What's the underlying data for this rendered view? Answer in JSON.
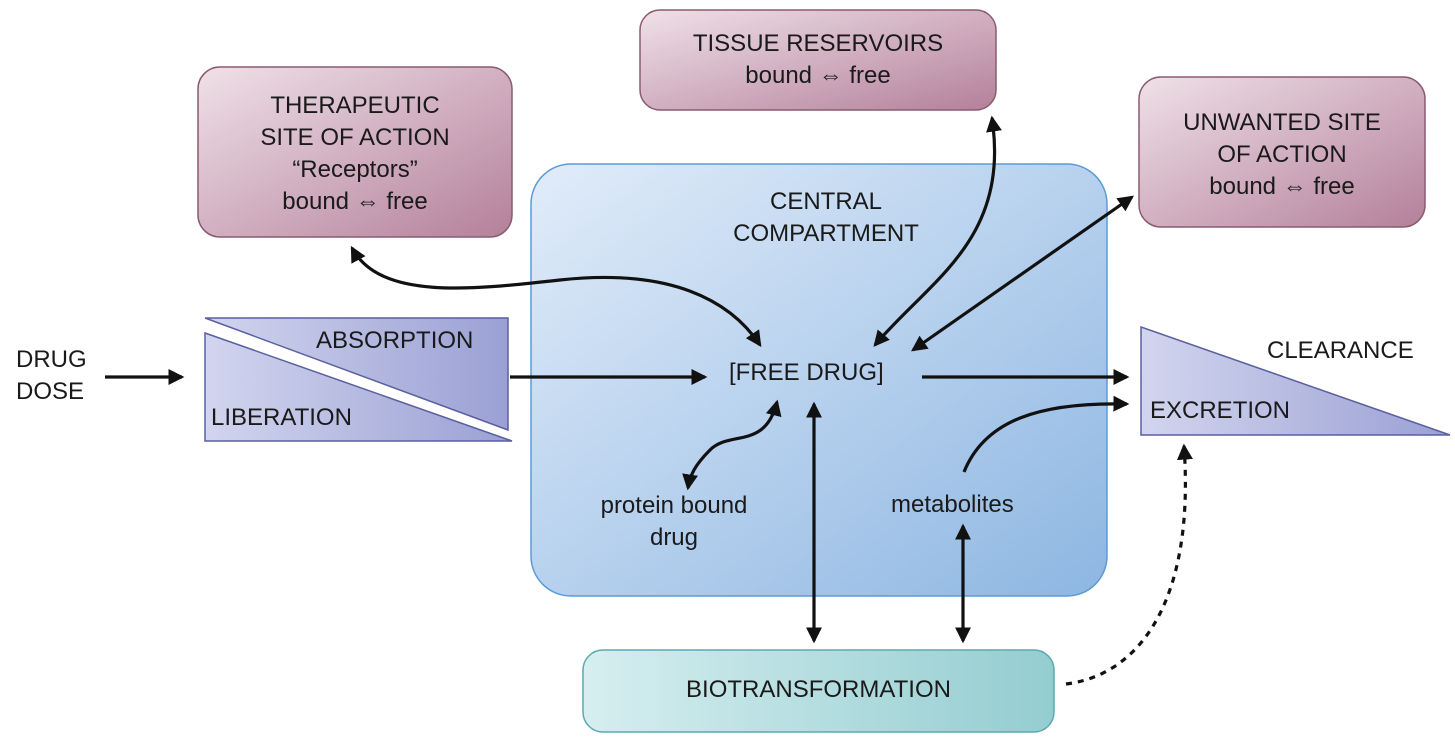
{
  "input": {
    "line1": "DRUG",
    "line2": "DOSE"
  },
  "entry": {
    "absorption": "ABSORPTION",
    "liberation": "LIBERATION"
  },
  "central": {
    "line1": "CENTRAL",
    "line2": "COMPARTMENT"
  },
  "free_drug": "[FREE DRUG]",
  "protein_bound": {
    "line1": "protein bound",
    "line2": "drug"
  },
  "metabolites": "metabolites",
  "therapeutic": {
    "line1": "THERAPEUTIC",
    "line2": "SITE OF ACTION",
    "line3": "“Receptors”",
    "line4": "bound ⇔ free"
  },
  "tissue": {
    "line1": "TISSUE RESERVOIRS",
    "line2": "bound ⇔ free"
  },
  "unwanted": {
    "line1": "UNWANTED SITE",
    "line2": "OF ACTION",
    "line3": "bound ⇔ free"
  },
  "clearance": {
    "title": "CLEARANCE",
    "excretion": "EXCRETION"
  },
  "biotransformation": "BIOTRANSFORMATION",
  "colors": {
    "central_fill_light": "#dbe9f8",
    "central_fill_dark": "#8fb8e3",
    "central_stroke": "#5b9bd5",
    "site_fill_light": "#ead8e0",
    "site_fill_dark": "#b9869c",
    "site_stroke": "#8c5a70",
    "triangle_fill_light": "#c9cdea",
    "triangle_fill_dark": "#9ea4d6",
    "triangle_stroke": "#5a5fa0",
    "bio_fill_light": "#cde8ea",
    "bio_fill_dark": "#97cfd2",
    "bio_stroke": "#5aaab0",
    "arrow": "#111111"
  }
}
